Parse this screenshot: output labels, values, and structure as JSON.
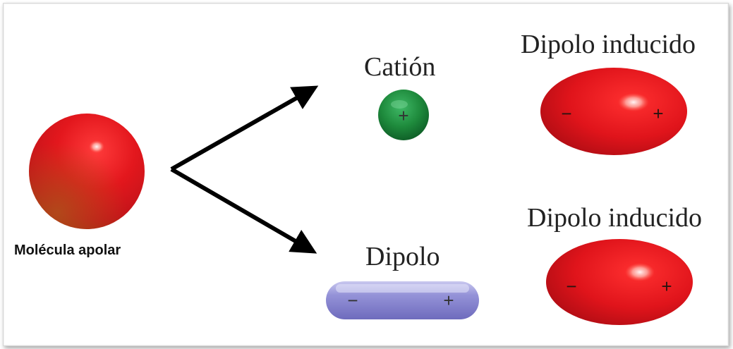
{
  "labels": {
    "nonpolar_molecule": "Molécula apolar",
    "cation": "Catión",
    "dipole": "Dipolo",
    "induced_dipole_top": "Dipolo inducido",
    "induced_dipole_bottom": "Dipolo inducido"
  },
  "charges": {
    "plus": "+",
    "minus": "−"
  },
  "colors": {
    "molecule_red": "#e3171d",
    "cation_green": "#1e8a3c",
    "dipole_purple": "#8a88cf",
    "arrow": "#000000"
  }
}
